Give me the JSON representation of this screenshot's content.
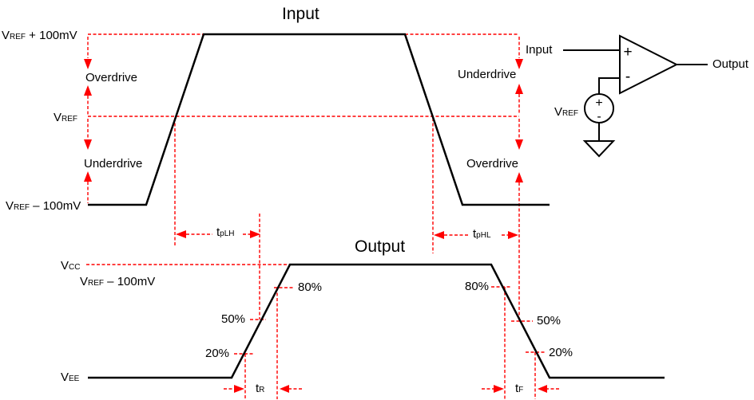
{
  "titles": {
    "input": "Input",
    "output": "Output"
  },
  "colors": {
    "annotation_red": "#FF0000",
    "waveform_black": "#000000"
  },
  "input_section": {
    "level_high": {
      "base": "V",
      "sub": "REF",
      "suffix": " + 100mV"
    },
    "level_ref": {
      "base": "V",
      "sub": "REF",
      "suffix": ""
    },
    "level_low": {
      "base": "V",
      "sub": "REF",
      "suffix": " – 100mV"
    },
    "overdrive": "Overdrive",
    "underdrive": "Underdrive"
  },
  "timing": {
    "t_plh": {
      "base": "t",
      "sub": "pLH"
    },
    "t_phl": {
      "base": "t",
      "sub": "pHL"
    },
    "t_rise": {
      "base": "t",
      "sub": "R"
    },
    "t_fall": {
      "base": "t",
      "sub": "F"
    }
  },
  "output_section": {
    "level_vcc": {
      "base": "V",
      "sub": "CC",
      "suffix": ""
    },
    "level_ref_minus": {
      "base": "V",
      "sub": "REF",
      "suffix": " – 100mV"
    },
    "level_vee": {
      "base": "V",
      "sub": "EE",
      "suffix": ""
    },
    "pct_80": "80%",
    "pct_50": "50%",
    "pct_20": "20%"
  },
  "schematic": {
    "input_label": "Input",
    "output_label": "Output",
    "vref_label": {
      "base": "V",
      "sub": "REF",
      "suffix": ""
    },
    "noninverting_sign": "+",
    "inverting_sign": "-",
    "source_plus_sign": "+",
    "source_minus_sign": "-"
  }
}
